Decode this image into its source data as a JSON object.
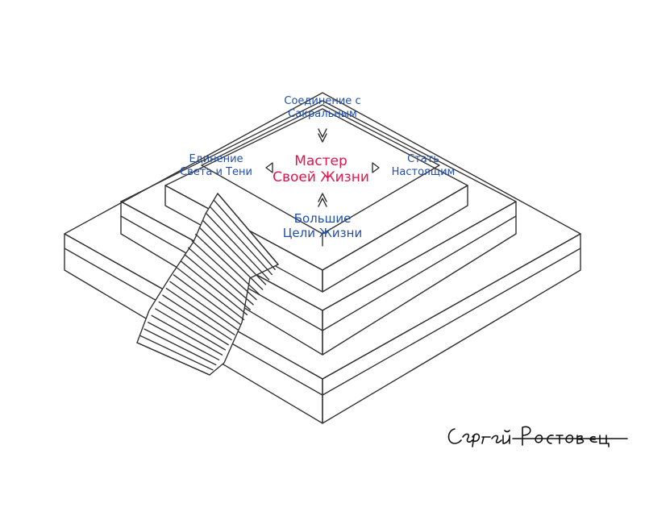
{
  "labels": {
    "sacral": [
      "Соединение с",
      "Сакральным"
    ],
    "master": [
      "Мастер",
      "Своей Жизни"
    ],
    "light_shadow": [
      "Единение",
      "Света и Тени"
    ],
    "become_real": [
      "Стать",
      "Настоящим"
    ],
    "big_goals": [
      "Большие",
      "Цели Жизни"
    ]
  },
  "colors": {
    "label_blue": "#1f4fb0",
    "label_red": "#e0164c",
    "line": "#333333"
  },
  "signature": "Сергей Ростовец"
}
